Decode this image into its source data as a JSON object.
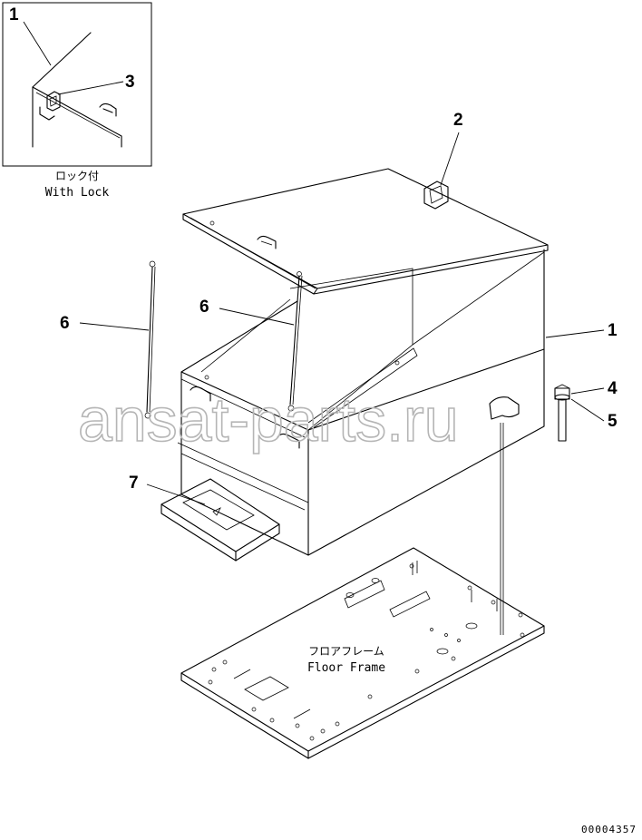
{
  "watermark": "ansat-parts.ru",
  "document_number": "00004357",
  "inset": {
    "label_jp": "ロック付",
    "label_en": "With Lock"
  },
  "floor_frame": {
    "label_jp": "フロアフレーム",
    "label_en": "Floor Frame"
  },
  "callouts": {
    "inset_box": "1",
    "inset_lock": "3",
    "lock": "2",
    "box": "1",
    "stay_left": "6",
    "stay_inner": "6",
    "bolt": "4",
    "washer": "5",
    "step": "7"
  }
}
